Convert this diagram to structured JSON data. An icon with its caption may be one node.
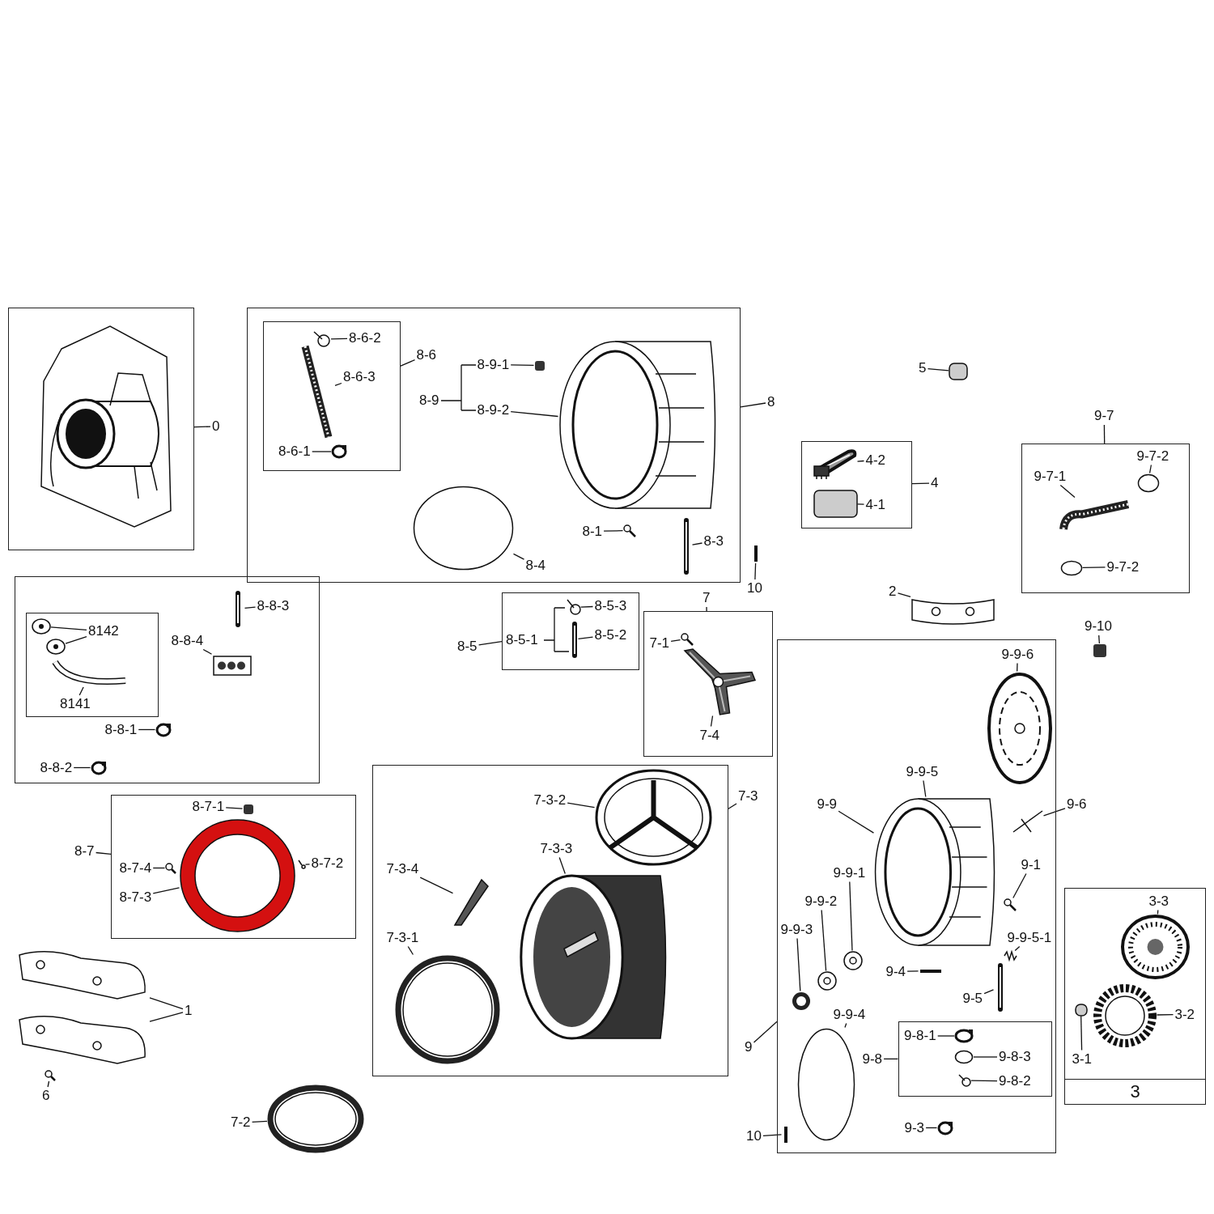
{
  "diagram": {
    "nodes": [
      {
        "text": [],
        "shape": "box"
      },
      {
        "text": [
          "0"
        ]
      },
      {
        "text": [],
        "shape": "box"
      },
      {
        "text": [],
        "shape": "box",
        "in": 2
      },
      {
        "text": [
          "8-6-2"
        ],
        "in": 3
      },
      {
        "text": [],
        "shape": "circle",
        "in": 3
      },
      {
        "text": [
          "8-6-3"
        ],
        "in": 3
      },
      {
        "text": [],
        "shape": "picture",
        "in": 3
      },
      {
        "text": [
          "8-6-1"
        ],
        "in": 3
      },
      {
        "text": [],
        "shape": "circle",
        "in": 3
      },
      {
        "text": [
          "8-6"
        ],
        "in": 2
      },
      {
        "text": [
          "8-9-1"
        ],
        "in": 2
      },
      {
        "text": [],
        "shape": "box",
        "in": 2
      },
      {
        "text": [
          "8-9-2"
        ],
        "in": 2
      },
      {
        "text": [],
        "shape": "picture",
        "in": 2
      },
      {
        "text": [
          "8"
        ]
      },
      {
        "text": [
          "8-1"
        ],
        "in": 2
      },
      {
        "text": [],
        "shape": "picture",
        "in": 2
      },
      {
        "text": [
          "8-3"
        ],
        "in": 2
      },
      {
        "text": [],
        "shape": "picture",
        "in": 2
      },
      {
        "text": [
          "8-4"
        ],
        "in": 2
      },
      {
        "text": [],
        "shape": "circle",
        "in": 2
      },
      {
        "text": [
          "10"
        ]
      },
      {
        "text": [],
        "shape": "picture"
      },
      {
        "text": [
          "5"
        ]
      },
      {
        "text": [],
        "shape": "box"
      },
      {
        "text": [],
        "shape": "box"
      },
      {
        "text": [
          "4-2"
        ],
        "in": 26
      },
      {
        "text": [],
        "shape": "picture",
        "in": 26
      },
      {
        "text": [
          "4-1"
        ],
        "in": 26
      },
      {
        "text": [],
        "shape": "box",
        "in": 26
      },
      {
        "text": [
          "4"
        ]
      },
      {
        "text": [
          "9-7"
        ]
      },
      {
        "text": [],
        "shape": "box"
      },
      {
        "text": [
          "9-7-2"
        ],
        "in": 33
      },
      {
        "text": [],
        "shape": "circle",
        "in": 33
      },
      {
        "text": [
          "9-7-1"
        ],
        "in": 33
      },
      {
        "text": [],
        "shape": "picture",
        "in": 33
      },
      {
        "text": [
          "9-7-2"
        ],
        "in": 33
      },
      {
        "text": [],
        "shape": "circle",
        "in": 33
      },
      {
        "text": [
          "2"
        ]
      },
      {
        "text": [],
        "shape": "picture"
      },
      {
        "text": [],
        "shape": "box"
      },
      {
        "text": [],
        "shape": "box",
        "in": 42
      },
      {
        "text": [
          "8142"
        ],
        "in": 43
      },
      {
        "text": [],
        "shape": "picture",
        "in": 43
      },
      {
        "text": [],
        "shape": "picture",
        "in": 43
      },
      {
        "text": [],
        "shape": "picture",
        "in": 43
      },
      {
        "text": [
          "8141"
        ],
        "in": 43
      },
      {
        "text": [
          "8-8-3"
        ],
        "in": 42
      },
      {
        "text": [],
        "shape": "picture",
        "in": 42
      },
      {
        "text": [
          "8-8-4"
        ],
        "in": 42
      },
      {
        "text": [],
        "shape": "picture",
        "in": 42
      },
      {
        "text": [
          "8-8-1"
        ],
        "in": 42
      },
      {
        "text": [],
        "shape": "circle",
        "in": 42
      },
      {
        "text": [
          "8-8-2"
        ],
        "in": 42
      },
      {
        "text": [],
        "shape": "circle",
        "in": 42
      },
      {
        "text": [
          "8-5"
        ]
      },
      {
        "text": [],
        "shape": "box"
      },
      {
        "text": [
          "8-5-3"
        ],
        "in": 58
      },
      {
        "text": [],
        "shape": "circle",
        "in": 58
      },
      {
        "text": [
          "8-5-2"
        ],
        "in": 58
      },
      {
        "text": [],
        "shape": "picture",
        "in": 58
      },
      {
        "text": [
          "7"
        ]
      },
      {
        "text": [],
        "shape": "box"
      },
      {
        "text": [
          "7-1"
        ],
        "in": 64
      },
      {
        "text": [],
        "shape": "picture",
        "in": 64
      },
      {
        "text": [],
        "shape": "picture",
        "in": 64
      },
      {
        "text": [
          "7-4"
        ],
        "in": 64
      },
      {
        "text": [
          "9-10"
        ]
      },
      {
        "text": [],
        "shape": "box"
      },
      {
        "text": [],
        "shape": "box"
      },
      {
        "text": [
          "9-9-6"
        ],
        "in": 71
      },
      {
        "text": [],
        "shape": "picture",
        "in": 71
      },
      {
        "text": [
          "9-9-5"
        ],
        "in": 71
      },
      {
        "text": [
          "9-9"
        ],
        "in": 71
      },
      {
        "text": [],
        "shape": "picture",
        "in": 71
      },
      {
        "text": [
          "9-6"
        ]
      },
      {
        "text": [],
        "shape": "picture",
        "in": 71
      },
      {
        "text": [],
        "shape": "box"
      },
      {
        "text": [
          "8-7-1"
        ],
        "in": 79
      },
      {
        "text": [],
        "shape": "box",
        "in": 79
      },
      {
        "text": [
          "8-7"
        ]
      },
      {
        "text": [
          "8-7-4"
        ],
        "in": 79
      },
      {
        "text": [],
        "shape": "picture",
        "in": 79
      },
      {
        "text": [
          "8-7-2"
        ],
        "in": 79
      },
      {
        "text": [],
        "shape": "picture",
        "in": 79
      },
      {
        "text": [
          "8-7-3"
        ],
        "in": 79
      },
      {
        "text": [],
        "shape": "picture",
        "in": 79
      },
      {
        "text": [
          "7-3"
        ]
      },
      {
        "text": [],
        "shape": "box"
      },
      {
        "text": [
          "7-3-2"
        ],
        "in": 90
      },
      {
        "text": [],
        "shape": "picture",
        "in": 90
      },
      {
        "text": [
          "7-3-3"
        ],
        "in": 90
      },
      {
        "text": [],
        "shape": "picture",
        "in": 90
      },
      {
        "text": [
          "7-3-4"
        ],
        "in": 90
      },
      {
        "text": [],
        "shape": "picture",
        "in": 90
      },
      {
        "text": [
          "7-3-1"
        ],
        "in": 90
      },
      {
        "text": [],
        "shape": "picture",
        "in": 90
      },
      {
        "text": [
          "9-9-1"
        ],
        "in": 71
      },
      {
        "text": [],
        "shape": "picture",
        "in": 71
      },
      {
        "text": [
          "9-9-2"
        ],
        "in": 71
      },
      {
        "text": [],
        "shape": "picture",
        "in": 71
      },
      {
        "text": [
          "9-9-3"
        ],
        "in": 71
      },
      {
        "text": [],
        "shape": "picture",
        "in": 71
      },
      {
        "text": [
          "9-1"
        ],
        "in": 71
      },
      {
        "text": [],
        "shape": "picture",
        "in": 71
      },
      {
        "text": [
          "9-9-5-1"
        ],
        "in": 71
      },
      {
        "text": [],
        "shape": "picture",
        "in": 71
      },
      {
        "text": [
          "9-4"
        ],
        "in": 71
      },
      {
        "text": [],
        "shape": "picture",
        "in": 71
      },
      {
        "text": [
          "9-5"
        ],
        "in": 71
      },
      {
        "text": [],
        "shape": "picture",
        "in": 71
      },
      {
        "text": [
          "3"
        ]
      },
      {
        "text": [
          "3-3"
        ],
        "in": 113
      },
      {
        "text": [],
        "shape": "picture",
        "in": 113
      },
      {
        "text": [
          "3-2"
        ],
        "in": 113
      },
      {
        "text": [],
        "shape": "picture",
        "in": 113
      },
      {
        "text": [
          "3-1"
        ],
        "in": 113
      },
      {
        "text": [],
        "shape": "box",
        "in": 113
      },
      {
        "text": [
          "1"
        ]
      },
      {
        "text": [],
        "shape": "picture"
      },
      {
        "text": [],
        "shape": "picture"
      },
      {
        "text": [
          "6"
        ]
      },
      {
        "text": [],
        "shape": "picture"
      },
      {
        "text": [
          "7-2"
        ]
      },
      {
        "text": [],
        "shape": "picture"
      },
      {
        "text": [
          "9-9-4"
        ],
        "in": 71
      },
      {
        "text": [],
        "shape": "circle",
        "in": 71
      },
      {
        "text": [],
        "shape": "box",
        "in": 71
      },
      {
        "text": [
          "9-8-1"
        ],
        "in": 129
      },
      {
        "text": [],
        "shape": "circle",
        "in": 129
      },
      {
        "text": [
          "9-8-3"
        ],
        "in": 129
      },
      {
        "text": [],
        "shape": "circle",
        "in": 129
      },
      {
        "text": [
          "9-8-2"
        ],
        "in": 129
      },
      {
        "text": [],
        "shape": "circle",
        "in": 129
      },
      {
        "text": [
          "9-8"
        ],
        "in": 71
      },
      {
        "text": [
          "9-3"
        ],
        "in": 71
      },
      {
        "text": [],
        "shape": "circle",
        "in": 71
      },
      {
        "text": [
          "9"
        ]
      },
      {
        "text": [
          "10"
        ]
      },
      {
        "text": [],
        "shape": "picture",
        "in": 71
      }
    ],
    "edges": [
      {
        "from": 1,
        "to": 0,
        "arrow": "none"
      },
      {
        "from": 4,
        "to": 5,
        "arrow": "none"
      },
      {
        "from": 6,
        "to": 7,
        "arrow": "none"
      },
      {
        "from": 8,
        "to": 9,
        "arrow": "none"
      },
      {
        "from": 10,
        "to": 3,
        "arrow": "none"
      },
      {
        "from": 11,
        "to": 12,
        "arrow": "none"
      },
      {
        "from": 13,
        "to": 14,
        "arrow": "none"
      },
      {
        "from": 15,
        "to": 2,
        "arrow": "none"
      },
      {
        "from": 16,
        "to": 17,
        "arrow": "none"
      },
      {
        "from": 18,
        "to": 19,
        "arrow": "none"
      },
      {
        "from": 20,
        "to": 21,
        "arrow": "none"
      },
      {
        "from": 22,
        "to": 23,
        "arrow": "none"
      },
      {
        "from": 24,
        "to": 25,
        "arrow": "none"
      },
      {
        "from": 27,
        "to": 28,
        "arrow": "none"
      },
      {
        "from": 29,
        "to": 30,
        "arrow": "none"
      },
      {
        "from": 31,
        "to": 26,
        "arrow": "none"
      },
      {
        "from": 32,
        "to": 33,
        "arrow": "none"
      },
      {
        "from": 34,
        "to": 35,
        "arrow": "none"
      },
      {
        "from": 36,
        "to": 37,
        "arrow": "none"
      },
      {
        "from": 38,
        "to": 39,
        "arrow": "none"
      },
      {
        "from": 40,
        "to": 41,
        "arrow": "none"
      },
      {
        "from": 44,
        "to": 45,
        "arrow": "none"
      },
      {
        "from": 44,
        "to": 46,
        "arrow": "none"
      },
      {
        "from": 48,
        "to": 47,
        "arrow": "none"
      },
      {
        "from": 49,
        "to": 50,
        "arrow": "none"
      },
      {
        "from": 51,
        "to": 52,
        "arrow": "none"
      },
      {
        "from": 53,
        "to": 54,
        "arrow": "none"
      },
      {
        "from": 55,
        "to": 56,
        "arrow": "none"
      },
      {
        "from": 57,
        "to": 58,
        "arrow": "none"
      },
      {
        "from": 59,
        "to": 60,
        "arrow": "none"
      },
      {
        "from": 61,
        "to": 62,
        "arrow": "none"
      },
      {
        "from": 63,
        "to": 64,
        "arrow": "none"
      },
      {
        "from": 65,
        "to": 66,
        "arrow": "none"
      },
      {
        "from": 68,
        "to": 67,
        "arrow": "none"
      },
      {
        "from": 69,
        "to": 70,
        "arrow": "none"
      },
      {
        "from": 72,
        "to": 73,
        "arrow": "none"
      },
      {
        "from": 74,
        "to": 76,
        "arrow": "none"
      },
      {
        "from": 75,
        "to": 76,
        "arrow": "none"
      },
      {
        "from": 77,
        "to": 78,
        "arrow": "none"
      },
      {
        "from": 80,
        "to": 81,
        "arrow": "none"
      },
      {
        "from": 82,
        "to": 79,
        "arrow": "none"
      },
      {
        "from": 83,
        "to": 84,
        "arrow": "none"
      },
      {
        "from": 85,
        "to": 86,
        "arrow": "none"
      },
      {
        "from": 87,
        "to": 88,
        "arrow": "none"
      },
      {
        "from": 89,
        "to": 90,
        "arrow": "none"
      },
      {
        "from": 91,
        "to": 92,
        "arrow": "none"
      },
      {
        "from": 93,
        "to": 94,
        "arrow": "none"
      },
      {
        "from": 95,
        "to": 96,
        "arrow": "none"
      },
      {
        "from": 97,
        "to": 98,
        "arrow": "none"
      },
      {
        "from": 99,
        "to": 100,
        "arrow": "none"
      },
      {
        "from": 101,
        "to": 102,
        "arrow": "none"
      },
      {
        "from": 103,
        "to": 104,
        "arrow": "none"
      },
      {
        "from": 105,
        "to": 106,
        "arrow": "none"
      },
      {
        "from": 107,
        "to": 108,
        "arrow": "none"
      },
      {
        "from": 109,
        "to": 110,
        "arrow": "none"
      },
      {
        "from": 111,
        "to": 112,
        "arrow": "none"
      },
      {
        "from": 114,
        "to": 115,
        "arrow": "none"
      },
      {
        "from": 116,
        "to": 117,
        "arrow": "none"
      },
      {
        "from": 118,
        "to": 119,
        "arrow": "none"
      },
      {
        "from": 120,
        "to": 121,
        "arrow": "none"
      },
      {
        "from": 120,
        "to": 122,
        "arrow": "none"
      },
      {
        "from": 123,
        "to": 124,
        "arrow": "none"
      },
      {
        "from": 125,
        "to": 126,
        "arrow": "none"
      },
      {
        "from": 127,
        "to": 128,
        "arrow": "none"
      },
      {
        "from": 130,
        "to": 131,
        "arrow": "none"
      },
      {
        "from": 132,
        "to": 133,
        "arrow": "none"
      },
      {
        "from": 134,
        "to": 135,
        "arrow": "none"
      },
      {
        "from": 136,
        "to": 129,
        "arrow": "none"
      },
      {
        "from": 137,
        "to": 138,
        "arrow": "none"
      },
      {
        "from": 139,
        "to": 71,
        "arrow": "none"
      },
      {
        "from": 140,
        "to": 141,
        "arrow": "none"
      }
    ],
    "labels": [
      "8-9",
      "8-5-1"
    ]
  }
}
